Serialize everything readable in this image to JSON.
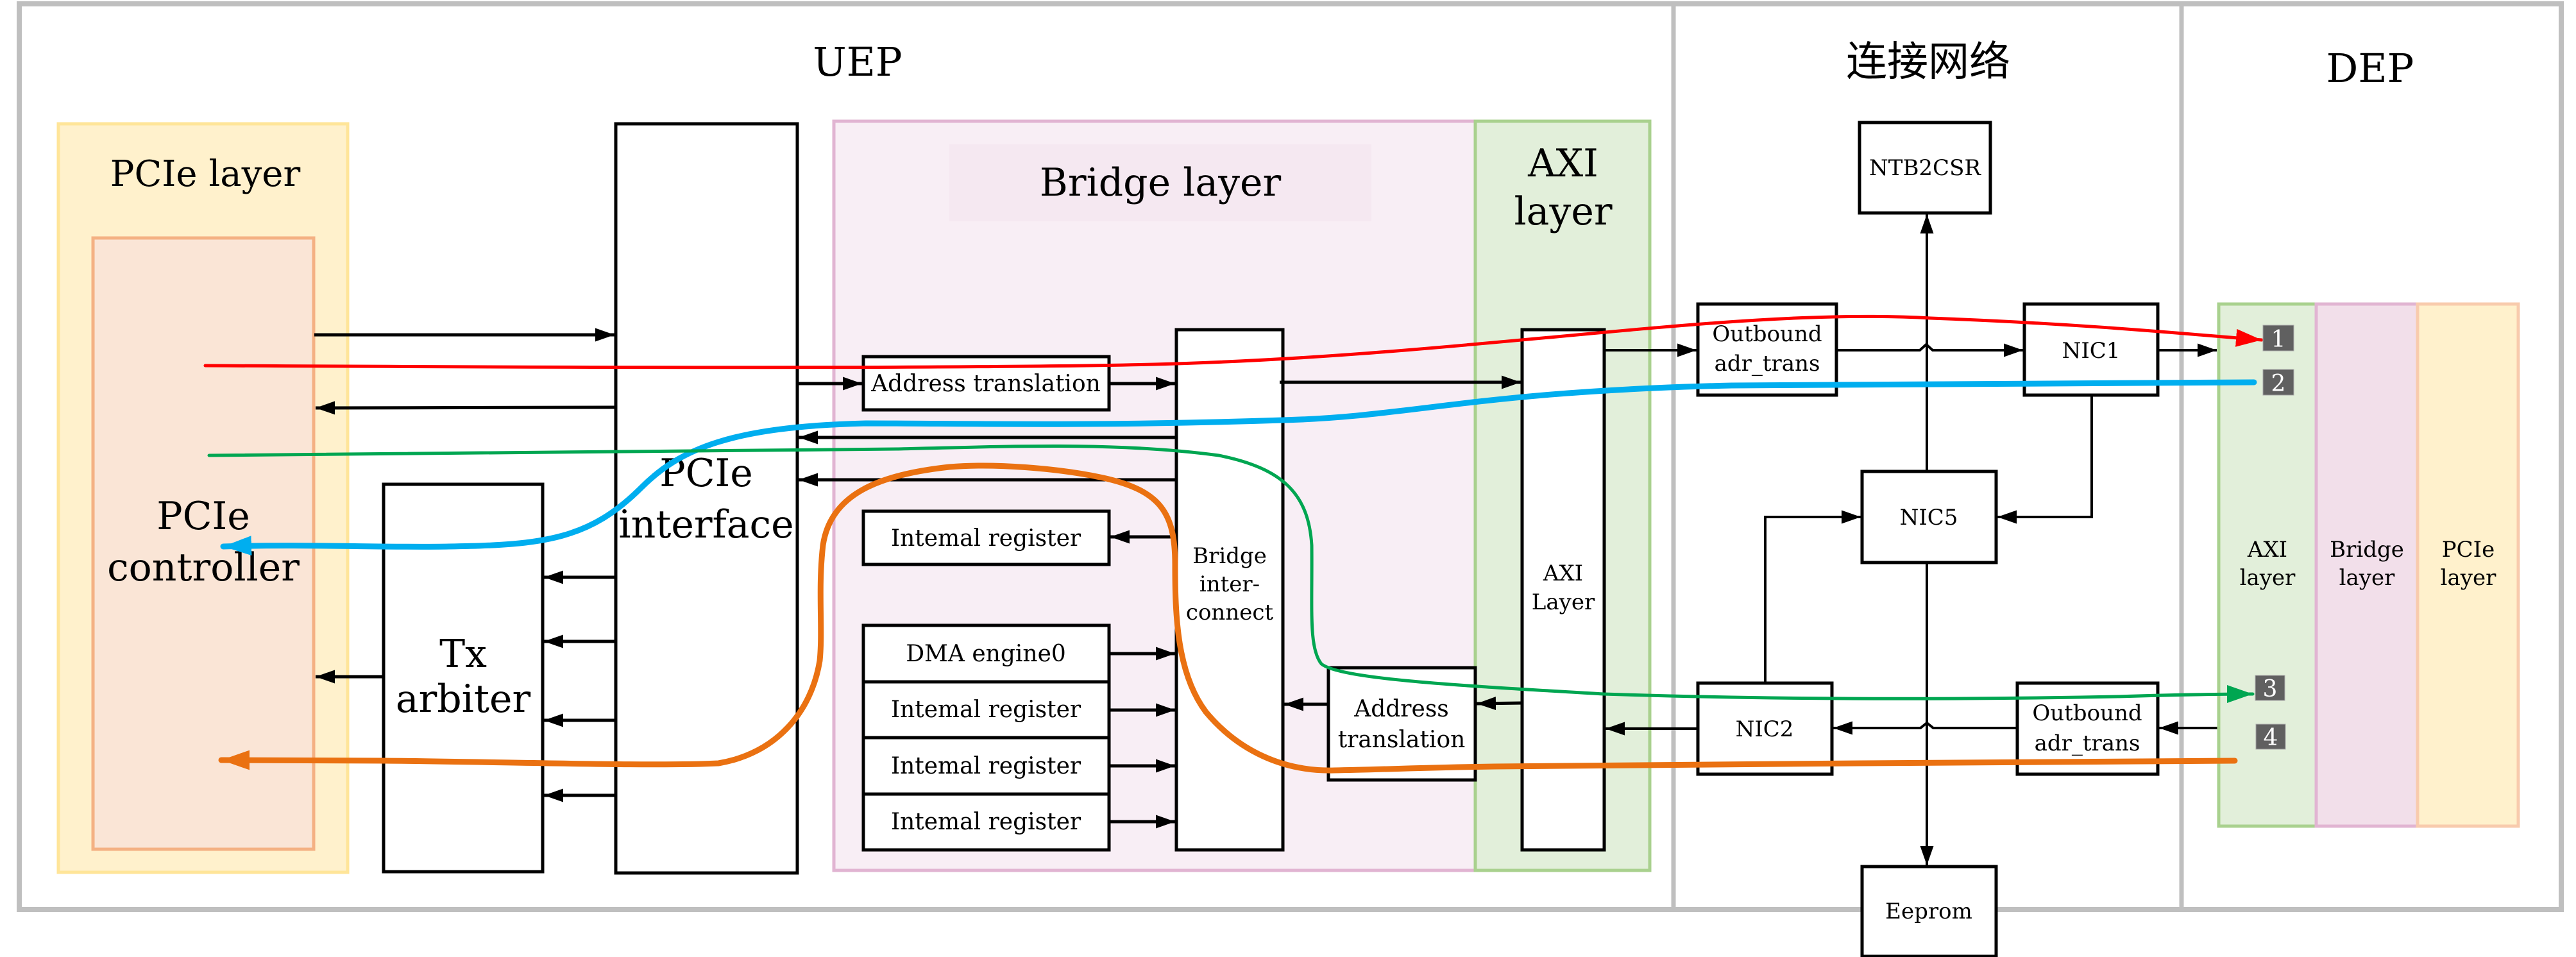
{
  "sections": {
    "uep": "UEP",
    "network": "连接网络",
    "dep": "DEP"
  },
  "uep": {
    "pcie_layer": {
      "label": "PCIe layer"
    },
    "pcie_controller": {
      "line1": "PCIe",
      "line2": "controller"
    },
    "tx_arbiter": {
      "line1": "Tx",
      "line2": "arbiter"
    },
    "pcie_interface": {
      "line1": "PCIe",
      "line2": "interface"
    },
    "bridge_layer": {
      "label": "Bridge layer"
    },
    "axi_layer": {
      "line1": "AXI",
      "line2": "layer"
    },
    "address_translation_top": "Address translation",
    "internal_register_top": "Intemal register",
    "register_stack": [
      "DMA engine0",
      "Intemal register",
      "Intemal register",
      "Intemal register"
    ],
    "bridge_interconnect": {
      "line1": "Bridge",
      "line2": "inter-",
      "line3": "connect"
    },
    "address_translation_bottom": {
      "line1": "Address",
      "line2": "translation"
    },
    "axi_block": {
      "line1": "AXI",
      "line2": "Layer"
    }
  },
  "network": {
    "ntb2csr": "NTB2CSR",
    "outbound_top": {
      "line1": "Outbound",
      "line2": "adr_trans"
    },
    "nic1": "NIC1",
    "nic5": "NIC5",
    "nic2": "NIC2",
    "outbound_bottom": {
      "line1": "Outbound",
      "line2": "adr_trans"
    },
    "eeprom": "Eeprom"
  },
  "dep": {
    "axi": {
      "line1": "AXI",
      "line2": "layer"
    },
    "bridge": {
      "line1": "Bridge",
      "line2": "layer"
    },
    "pcie": {
      "line1": "PCIe",
      "line2": "layer"
    }
  },
  "paths": [
    {
      "id": "1",
      "label": "1",
      "color": "#ff0000"
    },
    {
      "id": "2",
      "label": "2",
      "color": "#00aeef"
    },
    {
      "id": "3",
      "label": "3",
      "color": "#00a651"
    },
    {
      "id": "4",
      "label": "4",
      "color": "#ea7111"
    }
  ],
  "colors": {
    "frame": "#bfbfbf",
    "pcie_layer_fill": "#fff1cc",
    "pcie_layer_stroke": "#ffe599",
    "controller_fill": "#fae5d6",
    "controller_stroke": "#f4b183",
    "bridge_fill": "#f8eef5",
    "bridge_stroke": "#e1b4d2",
    "axi_fill": "#e2efda",
    "axi_stroke": "#a9d18e",
    "dep_bridge_fill": "#f2dfea",
    "dep_pcie_fill": "#fff1cc",
    "dep_pcie_stroke": "#f8cbad",
    "badge": "#606060"
  }
}
